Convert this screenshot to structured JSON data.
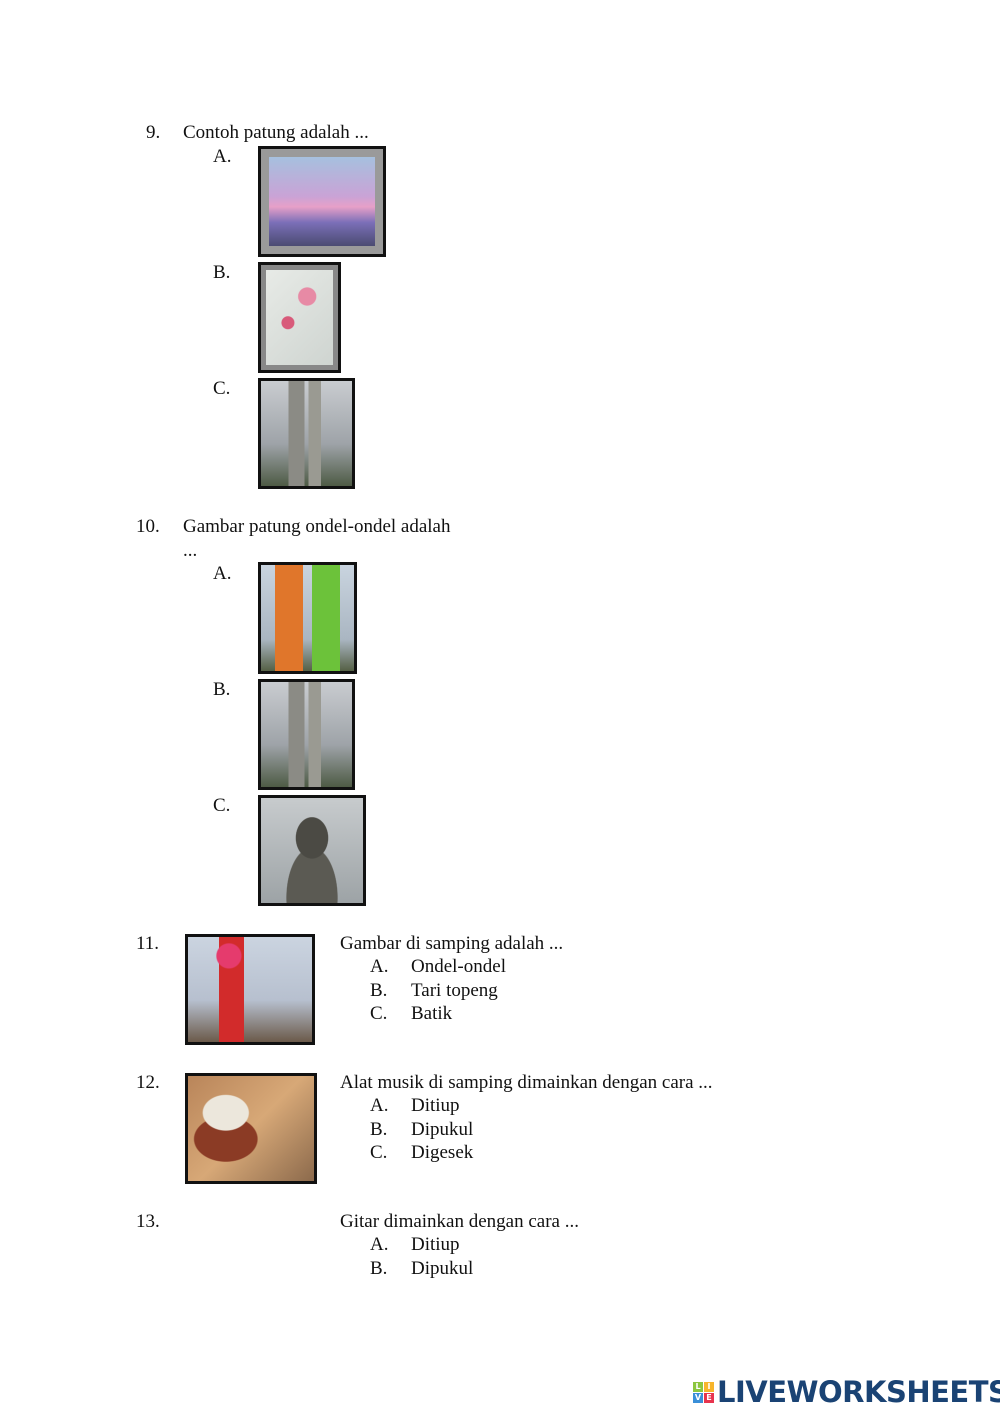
{
  "questions": [
    {
      "number": "9.",
      "text": "Contoh patung adalah ...",
      "options": [
        {
          "letter": "A.",
          "image": "landscape-painting"
        },
        {
          "letter": "B.",
          "image": "flower-painting"
        },
        {
          "letter": "C.",
          "image": "statue-monument"
        }
      ]
    },
    {
      "number": "10.",
      "text": "Gambar patung ondel-ondel adalah",
      "text_cont": "...",
      "options": [
        {
          "letter": "A.",
          "image": "ondel-ondel"
        },
        {
          "letter": "B.",
          "image": "statue-monument"
        },
        {
          "letter": "C.",
          "image": "bust-statue"
        }
      ]
    },
    {
      "number": "11.",
      "image": "mask-dancer",
      "text": "Gambar di samping adalah ...",
      "options": [
        {
          "letter": "A.",
          "text": "Ondel-ondel"
        },
        {
          "letter": "B.",
          "text": "Tari topeng"
        },
        {
          "letter": "C.",
          "text": "Batik"
        }
      ]
    },
    {
      "number": "12.",
      "image": "drum",
      "text": "Alat musik di samping dimainkan dengan cara ...",
      "options": [
        {
          "letter": "A.",
          "text": "Ditiup"
        },
        {
          "letter": "B.",
          "text": "Dipukul"
        },
        {
          "letter": "C.",
          "text": "Digesek"
        }
      ]
    },
    {
      "number": "13.",
      "text": "Gitar dimainkan dengan cara ...",
      "options": [
        {
          "letter": "A.",
          "text": "Ditiup"
        },
        {
          "letter": "B.",
          "text": "Dipukul"
        }
      ]
    }
  ],
  "logo": {
    "text": "LIVEWORKSHEETS",
    "badge": [
      "L",
      "I",
      "V",
      "E"
    ],
    "color": "#1a4374"
  }
}
